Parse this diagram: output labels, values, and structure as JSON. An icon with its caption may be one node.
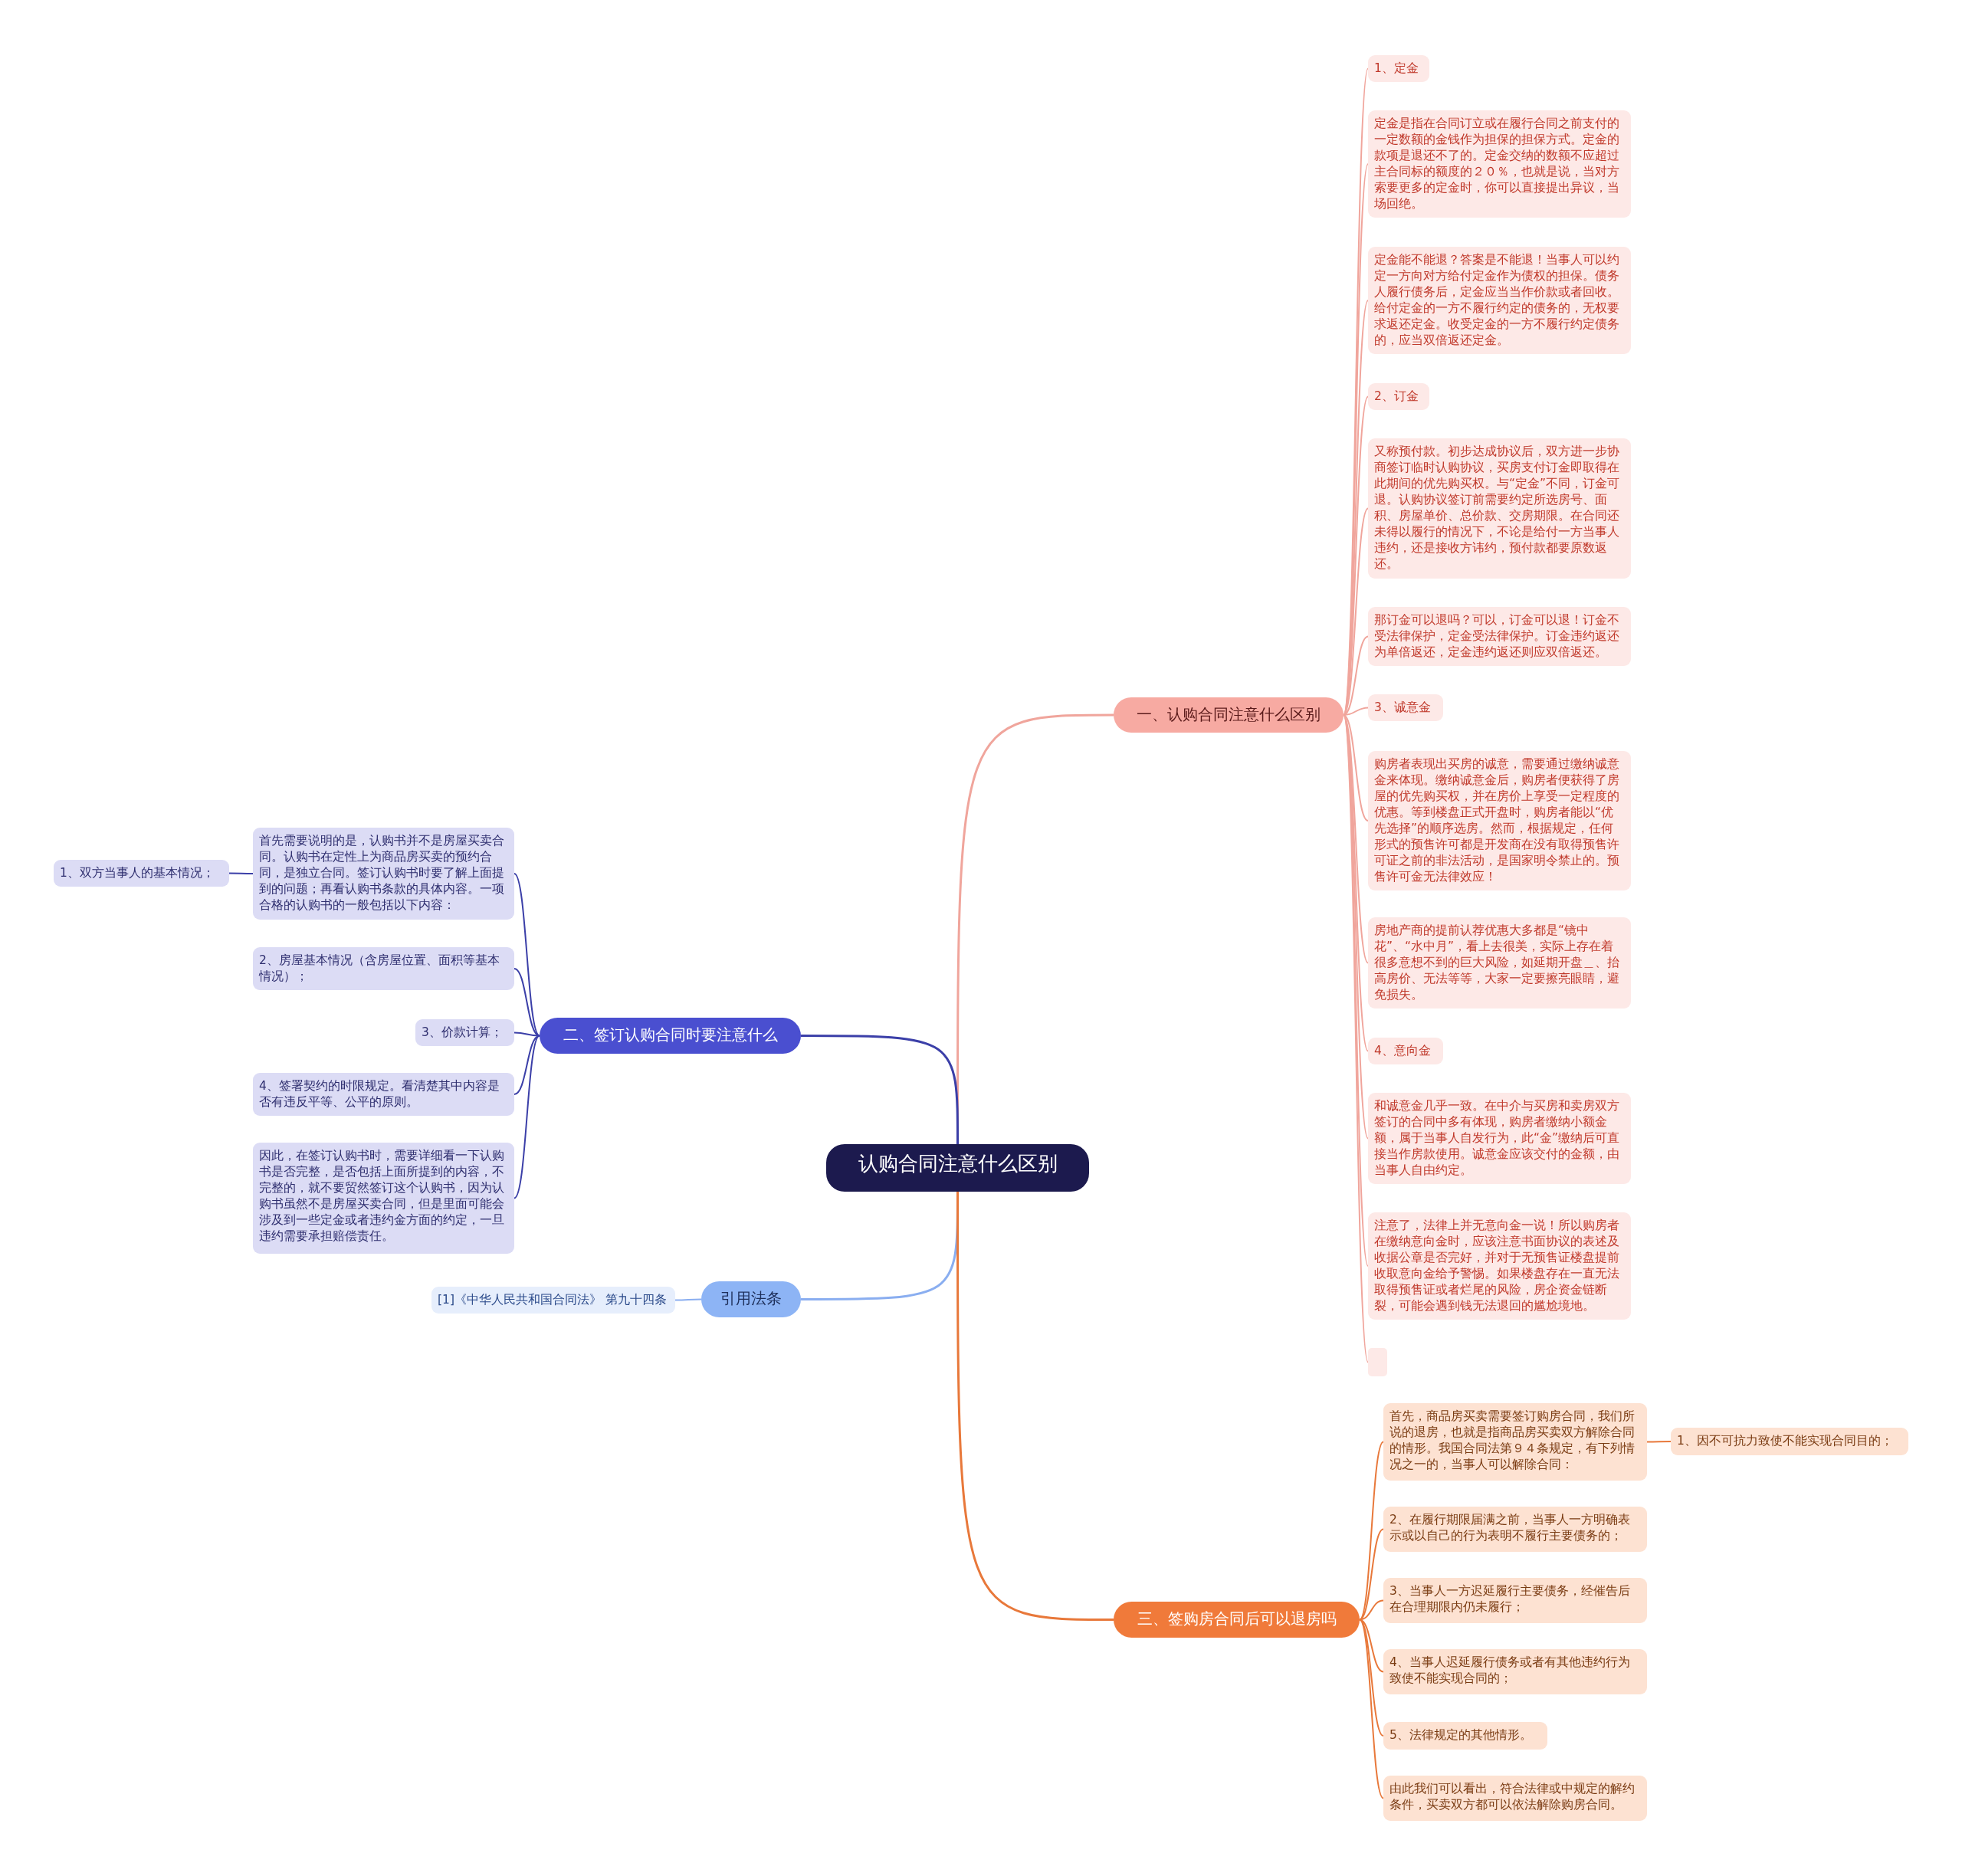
{
  "diagram": {
    "nodes": [
      {
        "text": [
          "认购合同注意什么区别"
        ]
      },
      {
        "text": [
          "一、认购合同注意什么区别"
        ]
      },
      {
        "text": [
          "1、定金"
        ]
      },
      {
        "text": [
          "定金是指在合同订立或在履行合同之前支付的一定数额的金钱作为担保的担保方式。定金的款项是退还不了的。定金交纳的数额不应超过主合同标的额度的２０％，也就是说，当对方索要更多的定金时，你可以直接提出异议，当场回绝。"
        ]
      },
      {
        "text": [
          "定金能不能退？答案是不能退！当事人可以约定一方向对方给付定金作为债权的担保。债务人履行债务后，定金应当当作价款或者回收。给付定金的一方不履行约定的债务的，无权要求返还定金。收受定金的一方不履行约定债务的，应当双倍返还定金。"
        ]
      },
      {
        "text": [
          "2、订金"
        ]
      },
      {
        "text": [
          "又称预付款。初步达成协议后，双方进一步协商签订临时认购协议，买房支付订金即取得在此期间的优先购买权。与“定金”不同，订金可退。认购协议签订前需要约定所选房号、面积、房屋单价、总价款、交房期限。在合同还未得以履行的情况下，不论是给付一方当事人违约，还是接收方讳约，预付款都要原数返还。"
        ]
      },
      {
        "text": [
          "那订金可以退吗？可以，订金可以退！订金不受法律保护，定金受法律保护。订金违约返还为单倍返还，定金违约返还则应双倍返还。"
        ]
      },
      {
        "text": [
          "3、诚意金"
        ]
      },
      {
        "text": [
          "购房者表现出买房的诚意，需要通过缴纳诚意金来体现。缴纳诚意金后，购房者便获得了房屋的优先购买权，并在房价上享受一定程度的优惠。等到楼盘正式开盘时，购房者能以“优先选择”的顺序选房。然而，根据规定，任何形式的预售许可都是开发商在没有取得预售许可证之前的非法活动，是国家明令禁止的。预售许可金无法律效应！"
        ]
      },
      {
        "text": [
          "房地产商的提前认荐优惠大多都是“镜中花”、“水中月”，看上去很美，实际上存在着很多意想不到的巨大风险，如延期开盘＿、抬高房价、无法等等，大家一定要擦亮眼睛，避免损失。"
        ]
      },
      {
        "text": [
          "4、意向金"
        ]
      },
      {
        "text": [
          "和诚意金几乎一致。在中介与买房和卖房双方签订的合同中多有体现，购房者缴纳小额金额，属于当事人自发行为，此“金”缴纳后可直接当作房款使用。诚意金应该交付的金额，由当事人自由约定。"
        ]
      },
      {
        "text": [
          "注意了，法律上并无意向金一说！所以购房者在缴纳意向金时，应该注意书面协议的表述及收据公章是否完好，并对于无预售证楼盘提前收取意向金给予警惕。如果楼盘存在一直无法取得预售证或者烂尾的风险，房企资金链断裂，可能会遇到钱无法退回的尴尬境地。"
        ]
      },
      {
        "text": [],
        "shape": "box"
      },
      {
        "text": [
          "二、签订认购合同时要注意什么"
        ]
      },
      {
        "text": [
          "首先需要说明的是，认购书并不是房屋买卖合同。认购书在定性上为商品房买卖的预约合同，是独立合同。签订认购书时要了解上面提到的问题；再看认购书条款的具体内容。一项合格的认购书的一般包括以下内容："
        ]
      },
      {
        "text": [
          "1、双方当事人的基本情况；"
        ]
      },
      {
        "text": [
          "2、房屋基本情况（含房屋位置、面积等基本情况）；"
        ]
      },
      {
        "text": [
          "3、价款计算；"
        ]
      },
      {
        "text": [
          "4、签署契约的时限规定。看清楚其中内容是否有违反平等、公平的原则。"
        ]
      },
      {
        "text": [
          "因此，在签订认购书时，需要详细看一下认购书是否完整，是否包括上面所提到的内容，不完整的，就不要贸然签订这个认购书，因为认购书虽然不是房屋买卖合同，但是里面可能会涉及到一些定金或者违约金方面的约定，一旦违约需要承担赔偿责任。"
        ]
      },
      {
        "text": [
          "引用法条"
        ]
      },
      {
        "text": [
          "[1]《中华人民共和国合同法》 第九十四条"
        ]
      },
      {
        "text": [
          "三、签购房合同后可以退房吗"
        ]
      },
      {
        "text": [
          "首先，商品房买卖需要签订购房合同，我们所说的退房，也就是指商品房买卖双方解除合同的情形。我国合同法第９４条规定，有下列情况之一的，当事人可以解除合同："
        ]
      },
      {
        "text": [
          "1、因不可抗力致使不能实现合同目的；"
        ]
      },
      {
        "text": [
          "2、在履行期限届满之前，当事人一方明确表示或以自己的行为表明不履行主要债务的；"
        ]
      },
      {
        "text": [
          "3、当事人一方迟延履行主要债务，经催告后在合理期限内仍未履行；"
        ]
      },
      {
        "text": [
          "4、当事人迟延履行债务或者有其他违约行为致使不能实现合同的；"
        ]
      },
      {
        "text": [
          "5、法律规定的其他情形。"
        ]
      },
      {
        "text": [
          "由此我们可以看出，符合法律或中规定的解约条件，买卖双方都可以依法解除购房合同。"
        ]
      }
    ],
    "edges": [
      {
        "from": 0,
        "to": 1,
        "arrow": "none"
      },
      {
        "from": 1,
        "to": 2,
        "arrow": "none"
      },
      {
        "from": 1,
        "to": 3,
        "arrow": "none"
      },
      {
        "from": 1,
        "to": 4,
        "arrow": "none"
      },
      {
        "from": 1,
        "to": 5,
        "arrow": "none"
      },
      {
        "from": 1,
        "to": 6,
        "arrow": "none"
      },
      {
        "from": 1,
        "to": 7,
        "arrow": "none"
      },
      {
        "from": 1,
        "to": 8,
        "arrow": "none"
      },
      {
        "from": 1,
        "to": 9,
        "arrow": "none"
      },
      {
        "from": 1,
        "to": 10,
        "arrow": "none"
      },
      {
        "from": 1,
        "to": 11,
        "arrow": "none"
      },
      {
        "from": 1,
        "to": 12,
        "arrow": "none"
      },
      {
        "from": 1,
        "to": 13,
        "arrow": "none"
      },
      {
        "from": 1,
        "to": 14,
        "arrow": "none"
      },
      {
        "from": 0,
        "to": 15,
        "arrow": "none",
        "color": "#3b3fa8"
      },
      {
        "from": 15,
        "to": 16,
        "arrow": "none",
        "color": "#3b3fa8"
      },
      {
        "from": 16,
        "to": 17,
        "arrow": "none",
        "color": "#3b3fa8"
      },
      {
        "from": 15,
        "to": 18,
        "arrow": "none",
        "color": "#3b3fa8"
      },
      {
        "from": 15,
        "to": 19,
        "arrow": "none",
        "color": "#3b3fa8"
      },
      {
        "from": 15,
        "to": 20,
        "arrow": "none",
        "color": "#3b3fa8"
      },
      {
        "from": 15,
        "to": 21,
        "arrow": "none",
        "color": "#3b3fa8"
      },
      {
        "from": 0,
        "to": 22,
        "arrow": "none",
        "color": "#8aaef0"
      },
      {
        "from": 22,
        "to": 23,
        "arrow": "none",
        "color": "#8aaef0"
      },
      {
        "from": 0,
        "to": 24,
        "arrow": "none",
        "color": "#e8783a"
      },
      {
        "from": 24,
        "to": 25,
        "arrow": "none",
        "color": "#e8783a"
      },
      {
        "from": 25,
        "to": 26,
        "arrow": "none",
        "color": "#e8783a"
      },
      {
        "from": 24,
        "to": 27,
        "arrow": "none",
        "color": "#e8783a"
      },
      {
        "from": 24,
        "to": 28,
        "arrow": "none",
        "color": "#e8783a"
      },
      {
        "from": 24,
        "to": 29,
        "arrow": "none",
        "color": "#e8783a"
      },
      {
        "from": 24,
        "to": 30,
        "arrow": "none",
        "color": "#e8783a"
      },
      {
        "from": 24,
        "to": 31,
        "arrow": "none",
        "color": "#e8783a"
      }
    ]
  }
}
